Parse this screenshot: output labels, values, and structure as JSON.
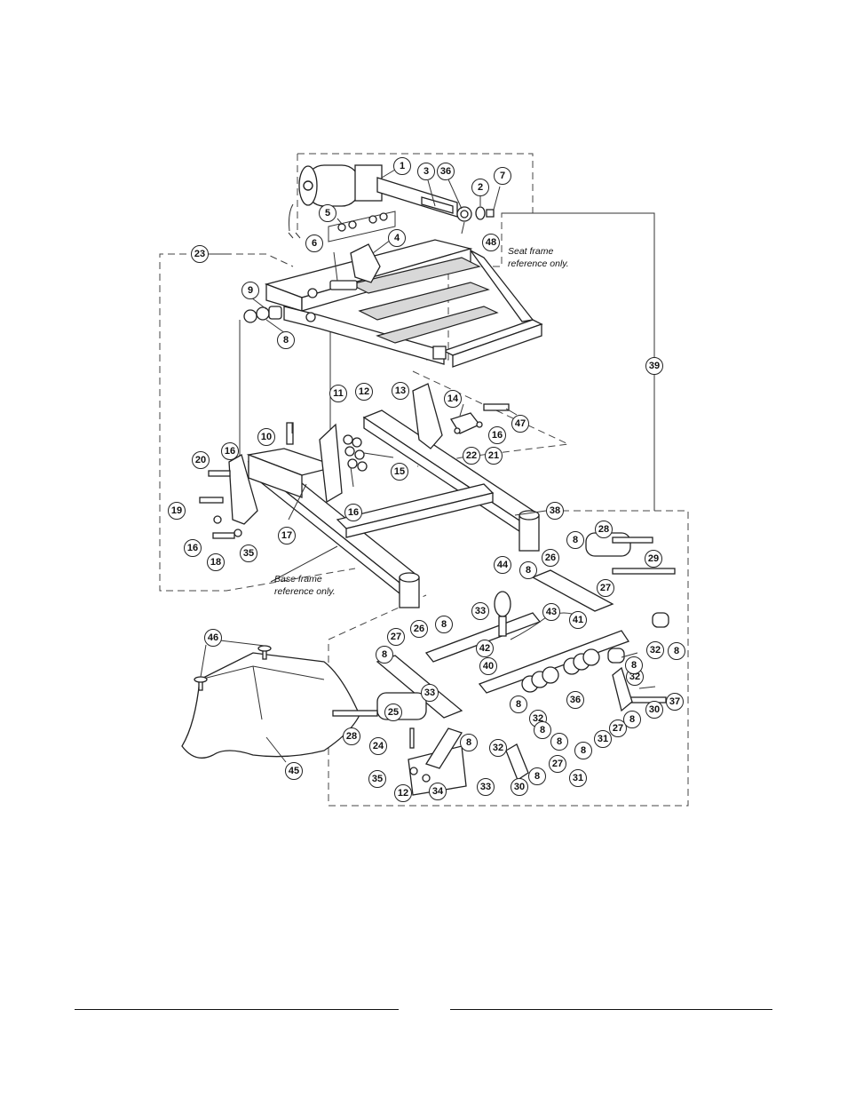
{
  "notes": {
    "seat_frame": [
      "Seat frame",
      "reference only."
    ],
    "base_frame": [
      "Base frame",
      "reference only."
    ]
  },
  "callouts": [
    {
      "label": "1"
    },
    {
      "label": "2"
    },
    {
      "label": "3"
    },
    {
      "label": "4"
    },
    {
      "label": "5"
    },
    {
      "label": "6"
    },
    {
      "label": "7"
    },
    {
      "label": "8"
    },
    {
      "label": "9"
    },
    {
      "label": "10"
    },
    {
      "label": "11"
    },
    {
      "label": "12"
    },
    {
      "label": "13"
    },
    {
      "label": "14"
    },
    {
      "label": "15"
    },
    {
      "label": "16"
    },
    {
      "label": "16"
    },
    {
      "label": "16"
    },
    {
      "label": "16"
    },
    {
      "label": "17"
    },
    {
      "label": "18"
    },
    {
      "label": "19"
    },
    {
      "label": "20"
    },
    {
      "label": "21"
    },
    {
      "label": "22"
    },
    {
      "label": "23"
    },
    {
      "label": "24"
    },
    {
      "label": "25"
    },
    {
      "label": "26"
    },
    {
      "label": "26"
    },
    {
      "label": "27"
    },
    {
      "label": "27"
    },
    {
      "label": "27"
    },
    {
      "label": "27"
    },
    {
      "label": "28"
    },
    {
      "label": "28"
    },
    {
      "label": "29"
    },
    {
      "label": "30"
    },
    {
      "label": "30"
    },
    {
      "label": "31"
    },
    {
      "label": "31"
    },
    {
      "label": "32"
    },
    {
      "label": "32"
    },
    {
      "label": "32"
    },
    {
      "label": "32"
    },
    {
      "label": "33"
    },
    {
      "label": "33"
    },
    {
      "label": "33"
    },
    {
      "label": "34"
    },
    {
      "label": "35"
    },
    {
      "label": "35"
    },
    {
      "label": "36"
    },
    {
      "label": "36"
    },
    {
      "label": "37"
    },
    {
      "label": "38"
    },
    {
      "label": "39"
    },
    {
      "label": "40"
    },
    {
      "label": "41"
    },
    {
      "label": "42"
    },
    {
      "label": "43"
    },
    {
      "label": "44"
    },
    {
      "label": "45"
    },
    {
      "label": "46"
    },
    {
      "label": "47"
    },
    {
      "label": "48"
    },
    {
      "label": "8"
    },
    {
      "label": "8"
    },
    {
      "label": "8"
    },
    {
      "label": "8"
    },
    {
      "label": "8"
    },
    {
      "label": "8"
    },
    {
      "label": "8"
    },
    {
      "label": "8"
    },
    {
      "label": "8"
    },
    {
      "label": "8"
    },
    {
      "label": "8"
    },
    {
      "label": "8"
    },
    {
      "label": "8"
    },
    {
      "label": "12"
    }
  ]
}
